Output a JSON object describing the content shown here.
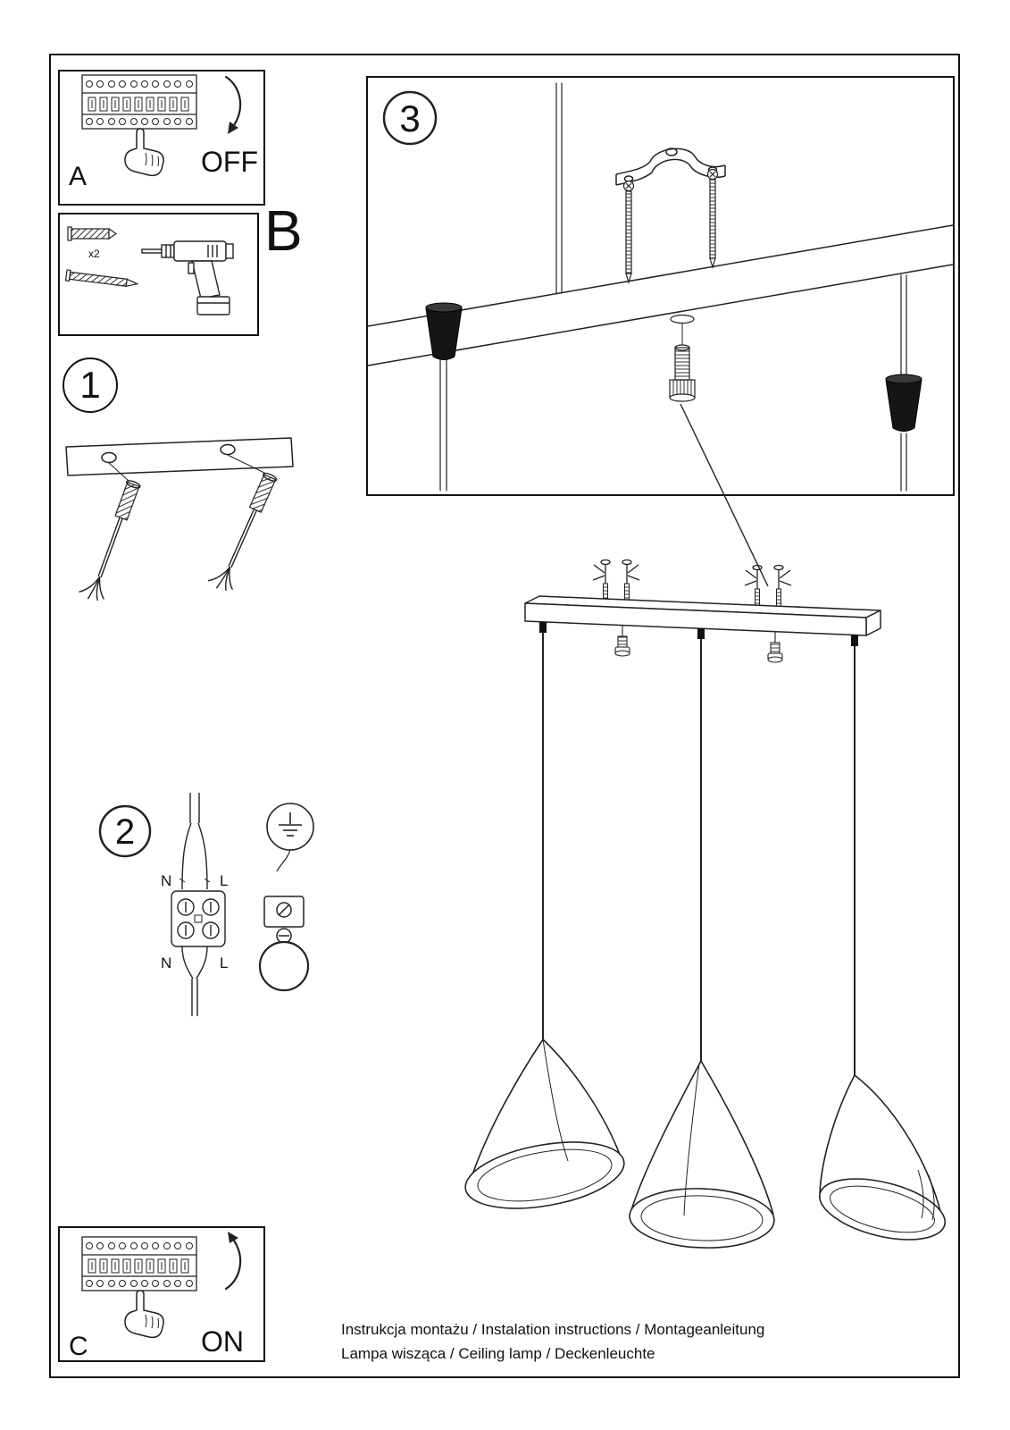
{
  "colors": {
    "ink": "#111111",
    "paper": "#ffffff"
  },
  "panels": {
    "a_label": "A",
    "b_label": "B",
    "c_label": "C",
    "off": "OFF",
    "on": "ON",
    "anchor_count": "x2"
  },
  "steps": {
    "step1": "1",
    "step2": "2",
    "step3": "3"
  },
  "wiring": {
    "neutral": "N",
    "live": "L"
  },
  "footer": {
    "line1": "Instrukcja montażu / Instalation instructions / Montageanleitung",
    "line2": "Lampa wisząca / Ceiling lamp / Deckenleuchte"
  }
}
